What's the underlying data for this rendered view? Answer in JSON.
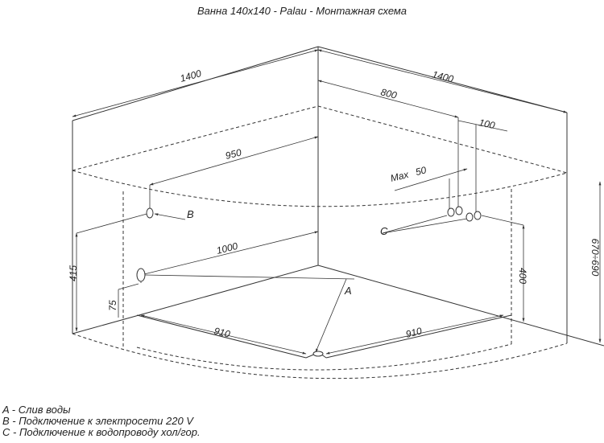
{
  "title": "Ванна 140x140 - Palau - Монтажная схема",
  "dimensions": {
    "left_length": "1400",
    "right_length": "1400",
    "electric_offset": "950",
    "water_offset": "800",
    "water_spacing": "100",
    "max_label": "Max",
    "max_value": "50",
    "drain_offset": "1000",
    "height_left": "415",
    "height_drain": "75",
    "height_right": "400",
    "total_height": "670÷690",
    "front_left": "910",
    "front_right": "910"
  },
  "markers": {
    "a": "A",
    "b": "B",
    "c": "C"
  },
  "legend": [
    {
      "key": "A",
      "text": "A - Слив воды"
    },
    {
      "key": "B",
      "text": "B - Подключение к электросети 220 V"
    },
    {
      "key": "C",
      "text": "C - Подключение к водопроводу хол/гор."
    }
  ],
  "colors": {
    "line": "#333333",
    "background": "#ffffff"
  }
}
